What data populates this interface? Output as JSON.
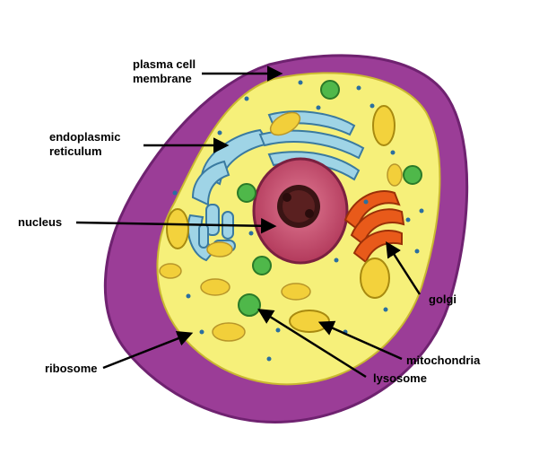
{
  "labels": {
    "plasma_membrane_line1": "plasma cell",
    "plasma_membrane_line2": "membrane",
    "er_line1": "endoplasmic",
    "er_line2": "reticulum",
    "nucleus": "nucleus",
    "ribosome": "ribosome",
    "golgi": "golgi",
    "mitochondria": "mitochondria",
    "lysosome": "lysosome"
  },
  "colors": {
    "membrane": "#9b3d97",
    "membrane_dark": "#6f2270",
    "cytoplasm": "#f6f07a",
    "nucleus": "#c94a6e",
    "nucleolus": "#3a1414",
    "er": "#9fd4e6",
    "er_stroke": "#3a7aa0",
    "golgi": "#e85a1a",
    "mitochondria": "#f3d23c",
    "lysosome": "#4fb84a",
    "ribosome": "#2a6fa0",
    "arrow": "#000000"
  }
}
